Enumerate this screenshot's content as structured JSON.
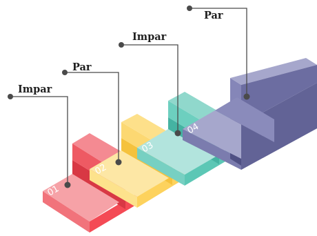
{
  "steps": [
    {
      "number": "01",
      "label": "Impar",
      "colors": {
        "front": "#f44a55",
        "top": "#f6a2a7",
        "side": "#f1737b"
      }
    },
    {
      "number": "02",
      "label": "Par",
      "colors": {
        "front": "#fdd25d",
        "top": "#fde7a5",
        "side": "#fde28c"
      }
    },
    {
      "number": "03",
      "label": "Impar",
      "colors": {
        "front": "#5cc7b5",
        "top": "#b2e4dd",
        "side": "#77d0c2"
      }
    },
    {
      "number": "04",
      "label": "Par",
      "colors": {
        "front": "#626396",
        "top": "#a6a7cc",
        "side": "#7b7cae"
      }
    }
  ],
  "connector_color": "#4a4a4a"
}
